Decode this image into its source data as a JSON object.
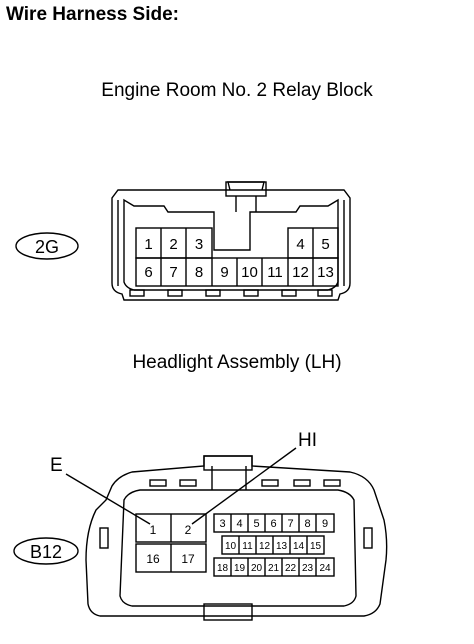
{
  "header": {
    "title": "Wire Harness Side:"
  },
  "connector_2g": {
    "caption": "Engine Room No. 2 Relay Block",
    "code": "2G",
    "top_pins": [
      "1",
      "2",
      "3",
      "4",
      "5"
    ],
    "bottom_pins": [
      "6",
      "7",
      "8",
      "9",
      "10",
      "11",
      "12",
      "13"
    ]
  },
  "connector_b12": {
    "caption": "Headlight Assembly (LH)",
    "code": "B12",
    "label_e": "E",
    "label_hi": "HI",
    "large_pins": [
      "1",
      "2",
      "16",
      "17"
    ],
    "row1_pins": [
      "3",
      "4",
      "5",
      "6",
      "7",
      "8",
      "9"
    ],
    "row2_pins": [
      "10",
      "11",
      "12",
      "13",
      "14",
      "15"
    ],
    "row3_pins": [
      "18",
      "19",
      "20",
      "21",
      "22",
      "23",
      "24"
    ]
  }
}
